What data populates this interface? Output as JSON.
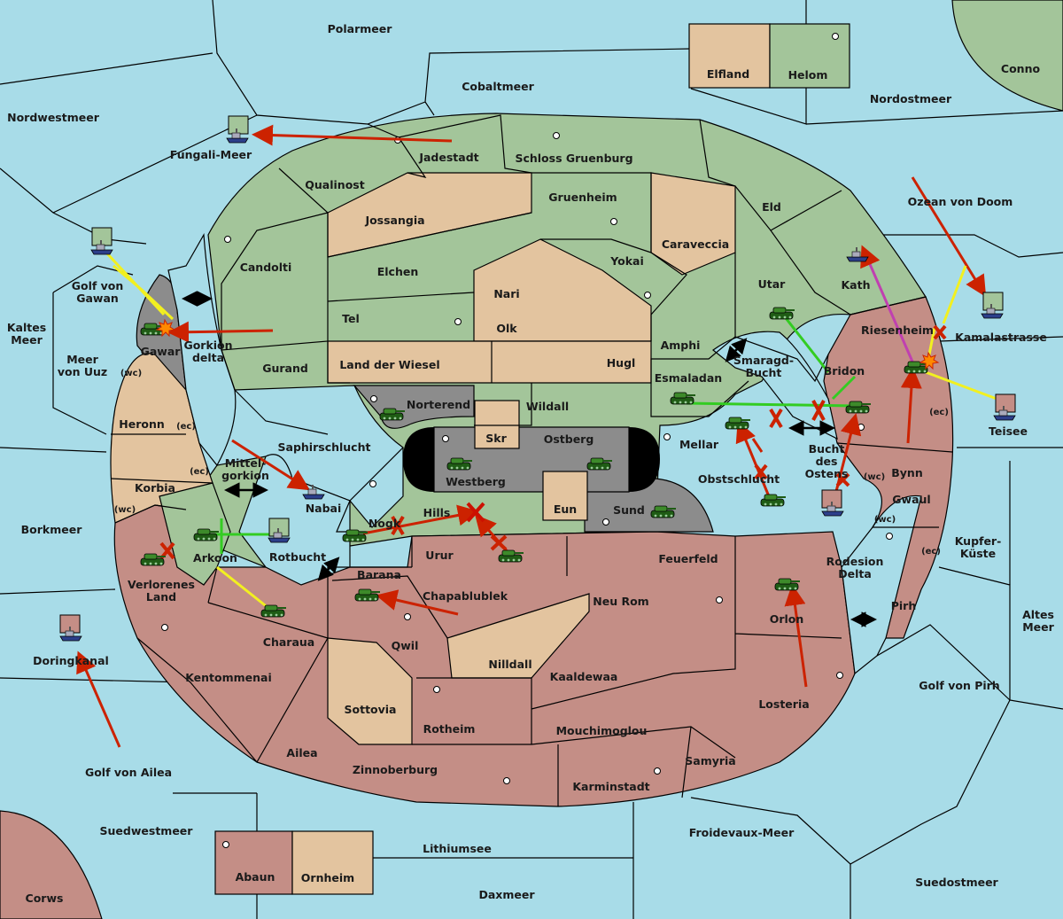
{
  "colors": {
    "sea": "#a8dce8",
    "land_green": "#a3c59a",
    "land_tan": "#e3c49f",
    "land_red": "#c48e86",
    "impassable": "#8c8c8c",
    "arrow_red": "#cc2200",
    "arrow_yellow": "#f2f020",
    "arrow_green": "#33cc22",
    "arrow_magenta": "#c040b0"
  },
  "seas": {
    "polarmeer": "Polarmeer",
    "cobaltmeer": "Cobaltmeer",
    "nordwestmeer": "Nordwestmeer",
    "nordostmeer": "Nordostmeer",
    "conno": "Conno",
    "fungali": "Fungali-Meer",
    "golf_gawan": "Golf von\nGawan",
    "kaltes": "Kaltes\nMeer",
    "uuz": "Meer\nvon Uuz",
    "borkmeer": "Borkmeer",
    "doringkanal": "Doringkanal",
    "golf_ailea": "Golf von Ailea",
    "suedwestmeer": "Suedwestmeer",
    "corws": "Corws",
    "lithiumsee": "Lithiumsee",
    "daxmeer": "Daxmeer",
    "froidevaux": "Froidevaux-Meer",
    "suedostmeer": "Suedostmeer",
    "golf_pirh": "Golf von Pirh",
    "altes": "Altes\nMeer",
    "kupfer": "Kupfer-\nKüste",
    "teisee": "Teisee",
    "kamalastrasse": "Kamalastrasse",
    "ozean_doom": "Ozean von Doom",
    "smaragd": "Smaragd-\nBucht",
    "bucht_ostens": "Bucht\ndes\nOstens",
    "rotbucht": "Rotbucht",
    "mittelgorkion": "Mittel-\ngorkion",
    "gorkion_delta": "Gorkion\ndelta",
    "rodesion": "Rodesion\nDelta",
    "nabai": "Nabai",
    "elfland": "Elfland",
    "helom": "Helom",
    "abaun": "Abaun",
    "ornheim": "Ornheim"
  },
  "provinces": {
    "jadestadt": "Jadestadt",
    "schloss": "Schloss Gruenburg",
    "qualinost": "Qualinost",
    "jossangia": "Jossangia",
    "gruenheim": "Gruenheim",
    "eld": "Eld",
    "caraveccia": "Caraveccia",
    "candolti": "Candolti",
    "elchen": "Elchen",
    "yokai": "Yokai",
    "nari": "Nari",
    "utar": "Utar",
    "kath": "Kath",
    "tel": "Tel",
    "olk": "Olk",
    "amphi": "Amphi",
    "riesenheim": "Riesenheim",
    "gurand": "Gurand",
    "land_wiesel": "Land der Wiesel",
    "hugl": "Hugl",
    "esmaladan": "Esmaladan",
    "bridon": "Bridon",
    "norterend": "Norterend",
    "wildall": "Wildall",
    "skr": "Skr",
    "ostberg": "Ostberg",
    "mellar": "Mellar",
    "saphir": "Saphirschlucht",
    "westberg": "Westberg",
    "obstschlucht": "Obstschlucht",
    "bynn": "Bynn",
    "gwaul": "Gwaul",
    "eun": "Eun",
    "sund": "Sund",
    "heronn": "Heronn",
    "korbia": "Korbia",
    "gawar": "Gawar",
    "nogk": "Nogk",
    "hills": "Hills",
    "arkoon": "Arkoon",
    "verlorenes": "Verlorenes\nLand",
    "urur": "Urur",
    "feuerfeld": "Feuerfeld",
    "barana": "Barana",
    "chapablublek": "Chapablublek",
    "neu_rom": "Neu Rom",
    "orlon": "Orlon",
    "pirh": "Pirh",
    "charaua": "Charaua",
    "qwil": "Qwil",
    "nilldall": "Nilldall",
    "kentommenai": "Kentommenai",
    "kaaldewaa": "Kaaldewaa",
    "losteria": "Losteria",
    "sottovia": "Sottovia",
    "rotheim": "Rotheim",
    "mouchimoglou": "Mouchimoglou",
    "ailea": "Ailea",
    "samyria": "Samyria",
    "zinnoberburg": "Zinnoberburg",
    "karminstadt": "Karminstadt"
  },
  "coasts": {
    "heronn_ec": "(ec)",
    "heronn_wc": "(wc)",
    "korbia_ec": "(ec)",
    "korbia_wc": "(wc)",
    "bynn_ec": "(ec)",
    "bynn_wc": "(wc)",
    "gwaul_wc": "(wc)",
    "gwaul_ec": "(ec)"
  },
  "icons": [
    "supply-center-icon",
    "army-icon",
    "fleet-icon",
    "explosion-icon",
    "bounce-x-icon",
    "swap-arrow-icon"
  ]
}
